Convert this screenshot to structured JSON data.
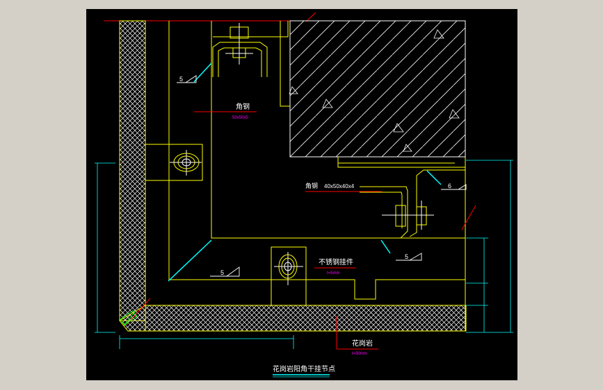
{
  "drawing": {
    "title": "花岗岩阳角干挂节点",
    "labels": {
      "angle_steel": "角钢",
      "angle_steel_spec": "50x50x5",
      "angle_code": "角钢",
      "angle_code_spec": "40x50x40x4",
      "stainless_pendant": "不锈钢挂件",
      "stainless_pendant_spec": "t=5mm",
      "granite": "花岗岩",
      "granite_spec": "t=30mm"
    },
    "weld_marks": {
      "top": "5",
      "middle": "5",
      "right_upper": "6",
      "right_lower": "5"
    }
  },
  "colors": {
    "background": "#000000",
    "frame": "#ffff00",
    "leader": "#00ffff",
    "red_line": "#ff0000",
    "magenta": "#ff00ff",
    "white": "#ffffff",
    "green": "#00ff00"
  }
}
